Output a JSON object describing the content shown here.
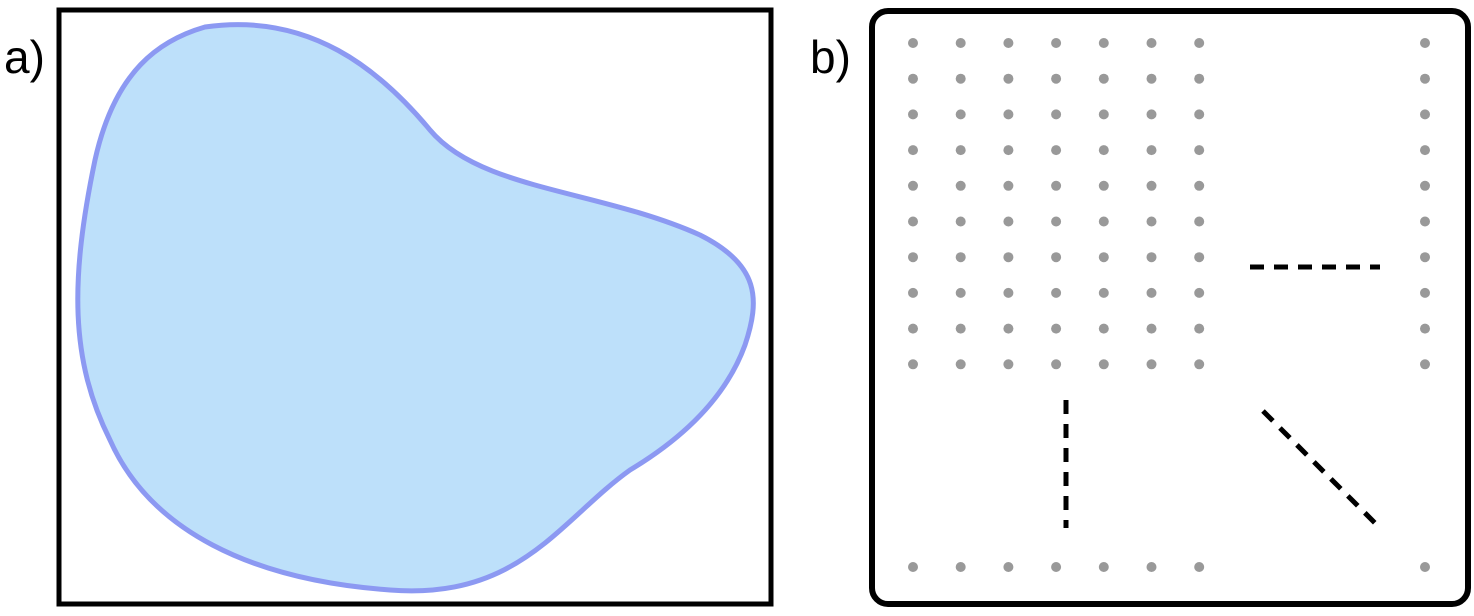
{
  "panels": {
    "a": {
      "label": "a)"
    },
    "b": {
      "label": "b)"
    }
  },
  "colors": {
    "frame": "#000000",
    "blob_fill": "#bde0fa",
    "blob_stroke": "#8c99f2",
    "dot": "#999999",
    "dash": "#000000"
  },
  "grid": {
    "main_block": {
      "columns": 7,
      "rows": 10
    },
    "bottom_row_dots": 7,
    "right_column_dots": 10,
    "corner_dot_bottom_right": 1
  },
  "dashed_segments": [
    "horizontal",
    "vertical",
    "diagonal"
  ]
}
